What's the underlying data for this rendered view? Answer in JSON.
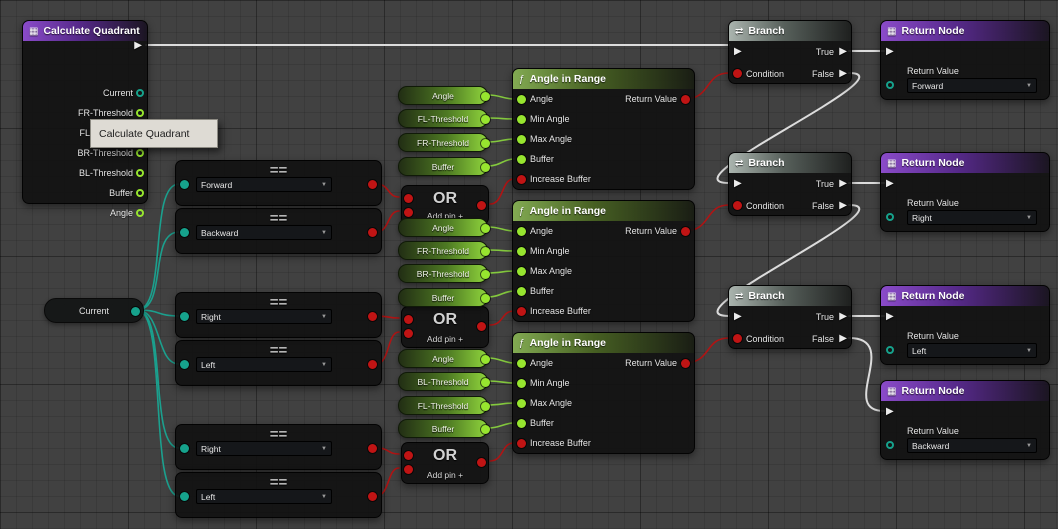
{
  "colors": {
    "background": "#414141",
    "exec_wire": "#dcdcdc",
    "float_pin": "#97e52f",
    "bool_pin": "#c01414",
    "enum_pin": "#16a28c",
    "purple_header": "#8a4bc9",
    "green_header": "#82aa52"
  },
  "calc": {
    "title": "Calculate Quadrant",
    "pins": [
      "Current",
      "FR-Threshold",
      "FL-Threshold",
      "BR-Threshold",
      "BL-Threshold",
      "Buffer",
      "Angle"
    ]
  },
  "tooltip": {
    "text": "Calculate Quadrant"
  },
  "current_pill": {
    "label": "Current"
  },
  "equals": {
    "icon": "==",
    "values": [
      "Forward",
      "Backward",
      "Right",
      "Left",
      "Right",
      "Left"
    ]
  },
  "or": {
    "title": "OR",
    "add_pin": "Add pin +"
  },
  "pills": {
    "g1": [
      "Angle",
      "FL-Threshold",
      "FR-Threshold",
      "Buffer"
    ],
    "g2": [
      "Angle",
      "FR-Threshold",
      "BR-Threshold",
      "Buffer"
    ],
    "g3": [
      "Angle",
      "BL-Threshold",
      "FL-Threshold",
      "Buffer"
    ]
  },
  "air": {
    "fn_icon": "ƒ",
    "title": "Angle in Range",
    "inputs": [
      "Angle",
      "Min Angle",
      "Max Angle",
      "Buffer",
      "Increase Buffer"
    ],
    "output": "Return Value"
  },
  "branch": {
    "icon": "⇄",
    "title": "Branch",
    "cond": "Condition",
    "t": "True",
    "f": "False"
  },
  "returns": {
    "icon": "▦",
    "title": "Return Node",
    "label": "Return Value",
    "values": [
      "Forward",
      "Right",
      "Left",
      "Backward"
    ]
  }
}
